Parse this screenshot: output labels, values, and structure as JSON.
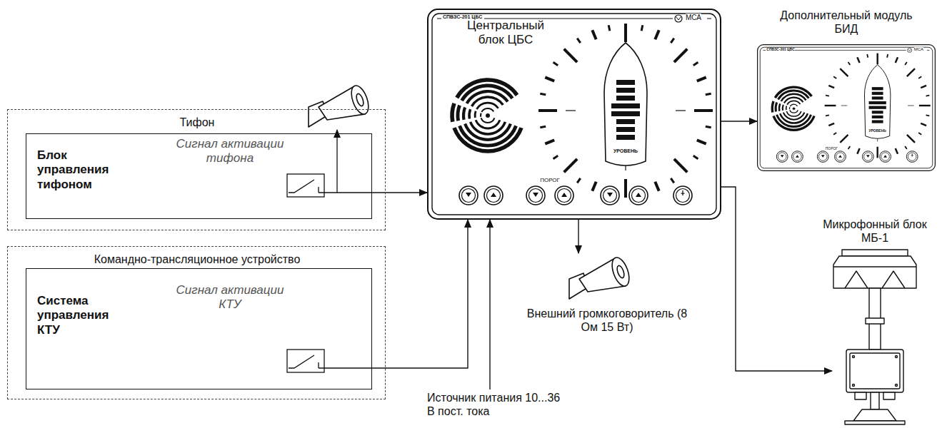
{
  "diagram": {
    "nodes": [
      {
        "text": [
          "Тифон"
        ]
      },
      {
        "text": [
          "Блок управления тифоном",
          "Сигнал активации тифона"
        ],
        "in": 0
      },
      {
        "text": [
          "Командно-трансляционное устройство"
        ]
      },
      {
        "text": [
          "Система управления КТУ",
          "Сигнал активации КТУ"
        ],
        "in": 2
      },
      {
        "text": [
          "Центральный блок ЦБС"
        ]
      },
      {
        "text": [
          "Дополнительный модуль БИД"
        ]
      },
      {
        "text": [
          "Микрофонный блок МБ-1"
        ]
      },
      {
        "text": [
          "Внешний громкоговоритель (8 Ом 15 Вт)"
        ]
      },
      {
        "text": [
          "Источник питания 10...36 В пост. тока"
        ]
      }
    ],
    "edges": [
      {
        "from": 1,
        "to": 4,
        "arrow": "to"
      },
      {
        "from": 3,
        "to": 4,
        "arrow": "to"
      },
      {
        "from": 8,
        "to": 4,
        "arrow": "to"
      },
      {
        "from": 4,
        "to": 7,
        "arrow": "to"
      },
      {
        "from": 4,
        "to": 5,
        "arrow": "to"
      },
      {
        "from": 4,
        "to": 6,
        "arrow": "to"
      }
    ],
    "labels": [
      "СПВЗС-201 ЦБС",
      "МСА",
      "ПОРОГ",
      "УРОВЕНЬ",
      "СПВЗС-201 ЦБС",
      "МСА",
      "ПОРОГ",
      "УРОВЕНЬ"
    ]
  }
}
